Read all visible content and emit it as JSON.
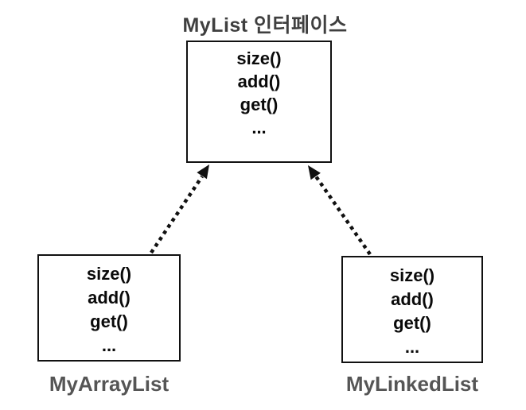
{
  "title": "MyList 인터페이스",
  "interface_box": {
    "methods": [
      "size()",
      "add()",
      "get()",
      "..."
    ]
  },
  "implementations": [
    {
      "label": "MyArrayList",
      "methods": [
        "size()",
        "add()",
        "get()",
        "..."
      ]
    },
    {
      "label": "MyLinkedList",
      "methods": [
        "size()",
        "add()",
        "get()",
        "..."
      ]
    }
  ],
  "arrows": [
    {
      "name": "left-implements-arrow",
      "from": "MyArrayList",
      "to": "MyList 인터페이스",
      "style": "dotted"
    },
    {
      "name": "right-implements-arrow",
      "from": "MyLinkedList",
      "to": "MyList 인터페이스",
      "style": "dotted"
    }
  ],
  "colors": {
    "background": "#ffffff",
    "box_border": "#111111",
    "method_text": "#0a0a0a",
    "title_text": "#3f3f3f",
    "label_text": "#555555",
    "arrow": "#111111"
  }
}
